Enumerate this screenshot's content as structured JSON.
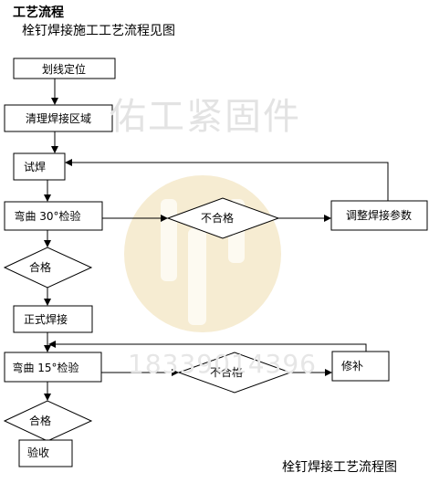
{
  "header": {
    "title": "工艺流程",
    "subtitle": "栓钉焊接施工工艺流程见图"
  },
  "watermark": {
    "text": "佑工紧固件",
    "phone": "18339014396",
    "logo_color": "#f3e6c0"
  },
  "nodes": {
    "locate": "划线定位",
    "clean": "清理焊接区域",
    "trial": "试焊",
    "bend30": "弯曲 30°检验",
    "fail1": "不合格",
    "adjust": "调整焊接参数",
    "pass1": "合格",
    "formal": "正式焊接",
    "bend15": "弯曲 15°检验",
    "fail2": "不合格",
    "repair": "修补",
    "pass2": "合格",
    "accept": "验收"
  },
  "caption": "栓钉焊接工艺流程图"
}
